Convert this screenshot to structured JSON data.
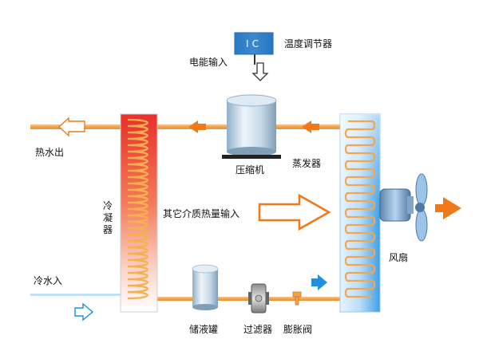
{
  "labels": {
    "ic_chip": "IC",
    "thermostat": "温度调节器",
    "power_input": "电能输入",
    "compressor": "压缩机",
    "evaporator": "蒸发器",
    "hot_water_out": "热水出",
    "condenser": "冷凝器",
    "heat_input": "其它介质热量输入",
    "fan": "风扇",
    "cold_water_in": "冷水入",
    "receiver_tank": "储液罐",
    "filter": "过滤器",
    "expansion_valve": "膨胀阀"
  },
  "colors": {
    "pipe": "#f4a74e",
    "arrow_orange": "#f07a1a",
    "ic_blue": "#1c77c9",
    "arrow_blue": "#1f8fe0",
    "condenser_red": "#e83a2a",
    "evaporator_blue": "#5ab0ea"
  }
}
